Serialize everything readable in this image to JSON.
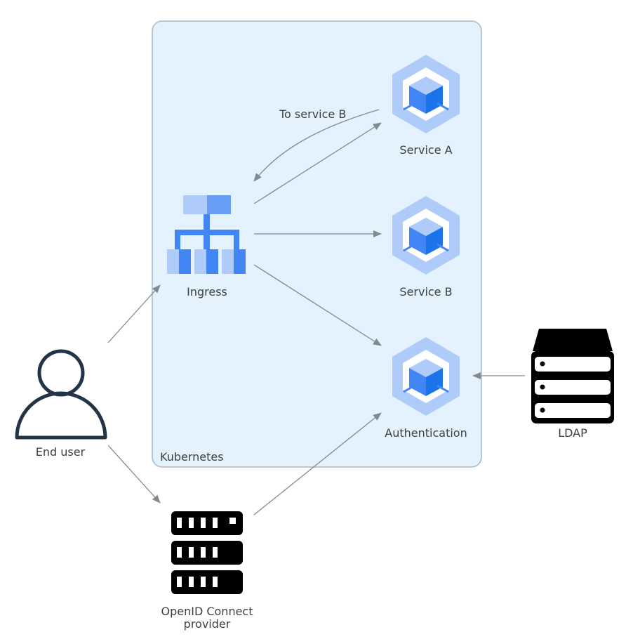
{
  "cluster": {
    "label": "Kubernetes"
  },
  "nodes": {
    "end_user": {
      "label": "End user",
      "icon": "person-icon"
    },
    "ingress": {
      "label": "Ingress",
      "icon": "ingress-hierarchy-icon"
    },
    "service_a": {
      "label": "Service A",
      "icon": "kubernetes-service-icon"
    },
    "service_b": {
      "label": "Service B",
      "icon": "kubernetes-service-icon"
    },
    "authentication": {
      "label": "Authentication",
      "icon": "kubernetes-service-icon"
    },
    "ldap": {
      "label": "LDAP",
      "icon": "storage-server-icon"
    },
    "oidc": {
      "label_line1": "OpenID Connect",
      "label_line2": "provider",
      "icon": "server-rack-icon"
    }
  },
  "edges": {
    "to_service_b_label": "To service B"
  },
  "colors": {
    "cluster_fill": "#e3f2fc",
    "cluster_border": "#a9b8c4",
    "hex_light": "#aecbfa",
    "hex_dark": "#669df6",
    "cube_mid": "#4285f4",
    "edge": "#7f8a91",
    "text": "#3c4043",
    "person_stroke": "#243447"
  }
}
